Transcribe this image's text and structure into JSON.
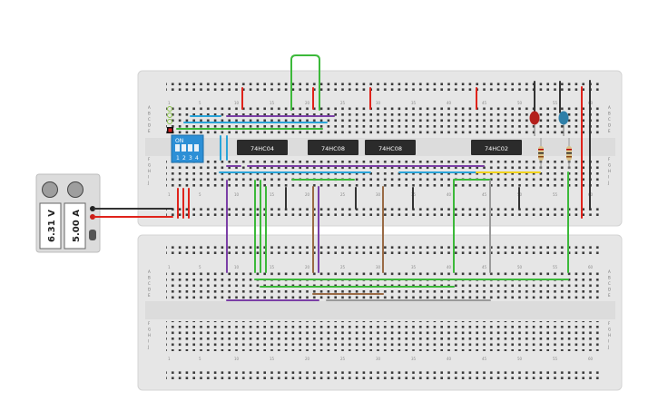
{
  "power_supply": {
    "voltage": "6.31 V",
    "current": "5.00 A"
  },
  "chips": [
    {
      "label": "74HC04"
    },
    {
      "label": "74HC08"
    },
    {
      "label": "74HC08"
    },
    {
      "label": "74HC02"
    }
  ],
  "dip_switch": {
    "on_label": "ON",
    "numbers": [
      "1",
      "2",
      "3",
      "4"
    ]
  },
  "breadboard_top": {
    "row_letters_top": [
      "A",
      "B",
      "C",
      "D",
      "E"
    ],
    "row_letters_bottom": [
      "F",
      "G",
      "H",
      "I",
      "J"
    ],
    "column_numbers": [
      "1",
      "5",
      "10",
      "15",
      "20",
      "25",
      "30",
      "35",
      "40",
      "45",
      "50",
      "55",
      "60"
    ]
  },
  "breadboard_bottom": {
    "row_letters_top": [
      "A",
      "B",
      "C",
      "D",
      "E"
    ],
    "row_letters_bottom": [
      "F",
      "G",
      "H",
      "I",
      "J"
    ],
    "column_numbers": [
      "1",
      "5",
      "10",
      "15",
      "20",
      "25",
      "30",
      "35",
      "40",
      "45",
      "50",
      "55",
      "60"
    ]
  },
  "colors": {
    "red_wire": "#e0231b",
    "black_wire": "#333333",
    "green_wire": "#3cb93a",
    "purple_wire": "#7b3fa6",
    "blue_wire": "#2aa4d8",
    "brown_wire": "#9a6b45",
    "gray_wire": "#9a9a9a",
    "yellow_wire": "#f2d21c",
    "led_red": "#b3201c",
    "led_blue": "#2f7fa8",
    "dip_body": "#2c8fd6",
    "chip_body": "#2b2b2b"
  }
}
